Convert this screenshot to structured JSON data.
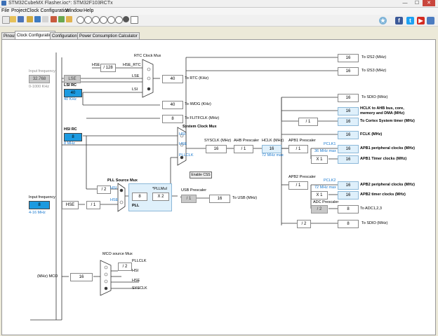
{
  "window": {
    "title": "STM32CubeMX Flasher.ioc*: STM32F103RCTx",
    "minimize": "—",
    "maximize": "☐",
    "close": "✕"
  },
  "menu": [
    "File",
    "Project",
    "Clock Configuration",
    "Window",
    "Help"
  ],
  "tabs": [
    "Pinout",
    "Clock Configuration",
    "Configuration",
    "Power Consumption Calculator"
  ],
  "social": {
    "facebook": "f",
    "twitter": "t",
    "youtube": "▶",
    "star": "★"
  },
  "clock": {
    "input_freq1_label": "Input frequency",
    "input_freq1_value": "32.768",
    "input_freq1_range": "0-1000 KHz",
    "lse": "LSE",
    "lsi_rc": "LSI RC",
    "lsi_value": "40",
    "lsi_freq": "40 KHz",
    "rtc_mux": "RTC Clock Mux",
    "hse": "HSE",
    "div128": "/ 128",
    "hse_rtc": "HSE_RTC",
    "lse_mux": "LSE",
    "lsi_mux": "LSI",
    "rtc_value": "40",
    "to_rtc": "To RTC (KHz)",
    "iwdg_value": "40",
    "to_iwdg": "To IWDG (KHz)",
    "flitf_value": "8",
    "to_flitf": "To FLITFCLK (MHz)",
    "hsi_rc": "HSI RC",
    "hsi_value": "8",
    "hsi_freq": "8 MHz",
    "sysclk_mux": "System Clock Mux",
    "hsi_mux": "HSI",
    "hse_mux": "HSE",
    "pllclk_mux": "PLLCLK",
    "enable_css": "Enable CSS",
    "sysclk_label": "SYSCLK (MHz)",
    "sysclk_value": "16",
    "ahb_prescaler": "AHB Prescaler",
    "ahb_div": "/ 1",
    "hclk_label": "HCLK (MHz)",
    "hclk_value": "16",
    "hclk_max": "72 MHz max",
    "input_freq2_label": "Input frequency",
    "input_freq2_value": "8",
    "input_freq2_range": "4-16 MHz",
    "hse_box": "HSE",
    "pll_div": "/ 1",
    "pll_source_mux": "PLL Source Mux",
    "pll_hsi_div": "/ 2",
    "pll_hsi": "HSI",
    "pll_hse": "HSE",
    "pll_input": "8",
    "pll_mul_label": "*PLLMul",
    "pll_mul": "X 2",
    "pll": "PLL",
    "usb_prescaler": "USB Prescaler",
    "usb_div": "/ 1",
    "usb_value": "16",
    "to_usb": "To USB (MHz)",
    "i2s2_value": "16",
    "to_i2s2": "To I2S2 (MHz)",
    "i2s3_value": "16",
    "to_i2s3": "To I2S3 (MHz)",
    "sdio1_value": "16",
    "to_sdio1": "To SDIO (MHz)",
    "hclk_ahb_value": "16",
    "hclk_ahb_label1": "HCLK to AHB bus, core,",
    "hclk_ahb_label2": "memory and DMA (MHz)",
    "cortex_div": "/ 1",
    "cortex_value": "16",
    "cortex_label": "To Cortex System timer (MHz)",
    "fclk_value": "16",
    "fclk_label": "FCLK (MHz)",
    "apb1_prescaler": "APB1 Prescaler",
    "apb1_div": "/ 1",
    "pclk1": "PCLK1",
    "pclk1_max": "36 MHz max",
    "apb1_periph_value": "16",
    "apb1_periph_label": "APB1 peripheral clocks (MHz)",
    "apb1_timer_mul": "X 1",
    "apb1_timer_value": "16",
    "apb1_timer_label": "APB1 Timer clocks (MHz)",
    "apb2_prescaler": "APB2 Prescaler",
    "apb2_div": "/ 1",
    "pclk2": "PCLK2",
    "pclk2_max": "72 MHz max",
    "apb2_periph_value": "16",
    "apb2_periph_label": "APB2 peripheral clocks (MHz)",
    "apb2_timer_mul": "X 1",
    "apb2_timer_value": "16",
    "apb2_timer_label": "APB2 timer clocks (MHz)",
    "adc_prescaler": "ADC Prescaler",
    "adc_div": "/ 2",
    "adc_value": "8",
    "to_adc": "To ADC1,2,3",
    "sdio2_div": "/ 2",
    "sdio2_value": "8",
    "to_sdio2": "To SDIO (MHz)",
    "mco_mux": "MCO source Mux",
    "mco_pllclk": "PLLCLK",
    "mco_div": "/ 2",
    "mco_hsi": "HSI",
    "mco_hse": "HSE",
    "mco_sysclk": "SYSCLK",
    "mco_label": "(MHz) MCO",
    "mco_value": "16"
  }
}
